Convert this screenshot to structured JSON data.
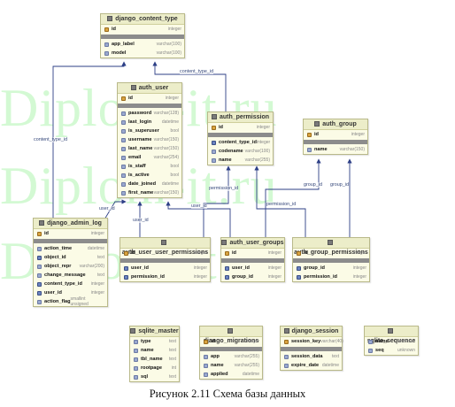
{
  "watermark": "Diplom-it.ru",
  "caption": "Рисунок 2.11 Схема базы данных",
  "tables": {
    "django_content_type": {
      "name": "django_content_type",
      "rows": [
        {
          "n": "id",
          "t": "integer"
        },
        {
          "n": "app_label",
          "t": "varchar(100)"
        },
        {
          "n": "model",
          "t": "varchar(100)"
        }
      ]
    },
    "auth_user": {
      "name": "auth_user",
      "rows": [
        {
          "n": "id",
          "t": "integer"
        },
        {
          "n": "password",
          "t": "varchar(128)"
        },
        {
          "n": "last_login",
          "t": "datetime"
        },
        {
          "n": "is_superuser",
          "t": "bool"
        },
        {
          "n": "username",
          "t": "varchar(150)"
        },
        {
          "n": "last_name",
          "t": "varchar(150)"
        },
        {
          "n": "email",
          "t": "varchar(254)"
        },
        {
          "n": "is_staff",
          "t": "bool"
        },
        {
          "n": "is_active",
          "t": "bool"
        },
        {
          "n": "date_joined",
          "t": "datetime"
        },
        {
          "n": "first_name",
          "t": "varchar(150)"
        }
      ]
    },
    "auth_permission": {
      "name": "auth_permission",
      "rows": [
        {
          "n": "id",
          "t": "integer"
        },
        {
          "n": "content_type_id",
          "t": "integer"
        },
        {
          "n": "codename",
          "t": "varchar(100)"
        },
        {
          "n": "name",
          "t": "varchar(255)"
        }
      ]
    },
    "auth_group": {
      "name": "auth_group",
      "rows": [
        {
          "n": "id",
          "t": "integer"
        },
        {
          "n": "name",
          "t": "varchar(150)"
        }
      ]
    },
    "django_admin_log": {
      "name": "django_admin_log",
      "rows": [
        {
          "n": "id",
          "t": "integer"
        },
        {
          "n": "action_time",
          "t": "datetime"
        },
        {
          "n": "object_id",
          "t": "text"
        },
        {
          "n": "object_repr",
          "t": "varchar(200)"
        },
        {
          "n": "change_message",
          "t": "text"
        },
        {
          "n": "content_type_id",
          "t": "integer"
        },
        {
          "n": "user_id",
          "t": "integer"
        },
        {
          "n": "action_flag",
          "t": "smallint unsigned"
        }
      ]
    },
    "auth_user_user_permissions": {
      "name": "auth_user_user_permissions",
      "rows": [
        {
          "n": "id",
          "t": "integer"
        },
        {
          "n": "user_id",
          "t": "integer"
        },
        {
          "n": "permission_id",
          "t": "integer"
        }
      ]
    },
    "auth_user_groups": {
      "name": "auth_user_groups",
      "rows": [
        {
          "n": "id",
          "t": "integer"
        },
        {
          "n": "user_id",
          "t": "integer"
        },
        {
          "n": "group_id",
          "t": "integer"
        }
      ]
    },
    "auth_group_permissions": {
      "name": "auth_group_permissions",
      "rows": [
        {
          "n": "id",
          "t": "integer"
        },
        {
          "n": "group_id",
          "t": "integer"
        },
        {
          "n": "permission_id",
          "t": "integer"
        }
      ]
    },
    "sqlite_master": {
      "name": "sqlite_master",
      "rows": [
        {
          "n": "type",
          "t": "text"
        },
        {
          "n": "name",
          "t": "text"
        },
        {
          "n": "tbl_name",
          "t": "text"
        },
        {
          "n": "rootpage",
          "t": "int"
        },
        {
          "n": "sql",
          "t": "text"
        }
      ]
    },
    "django_migrations": {
      "name": "django_migrations",
      "rows": [
        {
          "n": "id",
          "t": "integer"
        },
        {
          "n": "app",
          "t": "varchar(255)"
        },
        {
          "n": "name",
          "t": "varchar(255)"
        },
        {
          "n": "applied",
          "t": "datetime"
        }
      ]
    },
    "django_session": {
      "name": "django_session",
      "rows": [
        {
          "n": "session_key",
          "t": "varchar(40)"
        },
        {
          "n": "session_data",
          "t": "text"
        },
        {
          "n": "expire_date",
          "t": "datetime"
        }
      ]
    },
    "sqlite_sequence": {
      "name": "sqlite_sequence",
      "rows": [
        {
          "n": "name",
          "t": "unknown"
        },
        {
          "n": "seq",
          "t": "unknown"
        }
      ]
    }
  },
  "relations": {
    "content_type_id_top": "content_type_id",
    "content_type_id_left": "content_type_id",
    "permission_id_1": "permission_id",
    "permission_id_2": "permission_id",
    "group_id_1": "group_id",
    "group_id_2": "group_id",
    "user_id_1": "user_id",
    "user_id_2": "user_id",
    "user_id_3": "user_id"
  }
}
